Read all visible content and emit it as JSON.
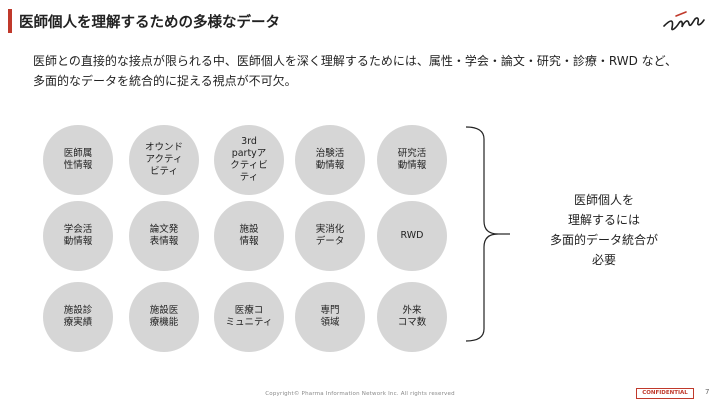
{
  "slide": {
    "title": "医師個人を理解するための多様なデータ",
    "intro_lines": [
      "医師との直接的な接点が限られる中、医師個人を深く理解するためには、属性・学会・論文・研究・診療・RWD など、",
      "多面的なデータを統合的に捉える視点が不可欠。"
    ]
  },
  "circles": [
    [
      "医師属\n性情報",
      "オウンド\nアクティ\nビティ",
      "3rd\npartyア\nクティビ\nティ",
      "治験活\n動情報",
      "研究活\n動情報"
    ],
    [
      "学会活\n動情報",
      "論文発\n表情報",
      "施設\n情報",
      "実消化\nデータ",
      "RWD"
    ],
    [
      "施設診\n療実績",
      "施設医\n療機能",
      "医療コ\nミュニティ",
      "専門\n領域",
      "外来\nコマ数"
    ]
  ],
  "summary_lines": [
    "医師個人を",
    "理解するには",
    "多面的データ統合が",
    "必要"
  ],
  "footer": {
    "copyright": "Copyright© Pharma Information Network Inc. All rights reserved",
    "confidential": "CONFIDENTIAL",
    "page": "7"
  },
  "colors": {
    "accent": "#c0392b",
    "circle": "#d6d6d6"
  },
  "icons": {
    "logo": "signature-logo-icon"
  }
}
